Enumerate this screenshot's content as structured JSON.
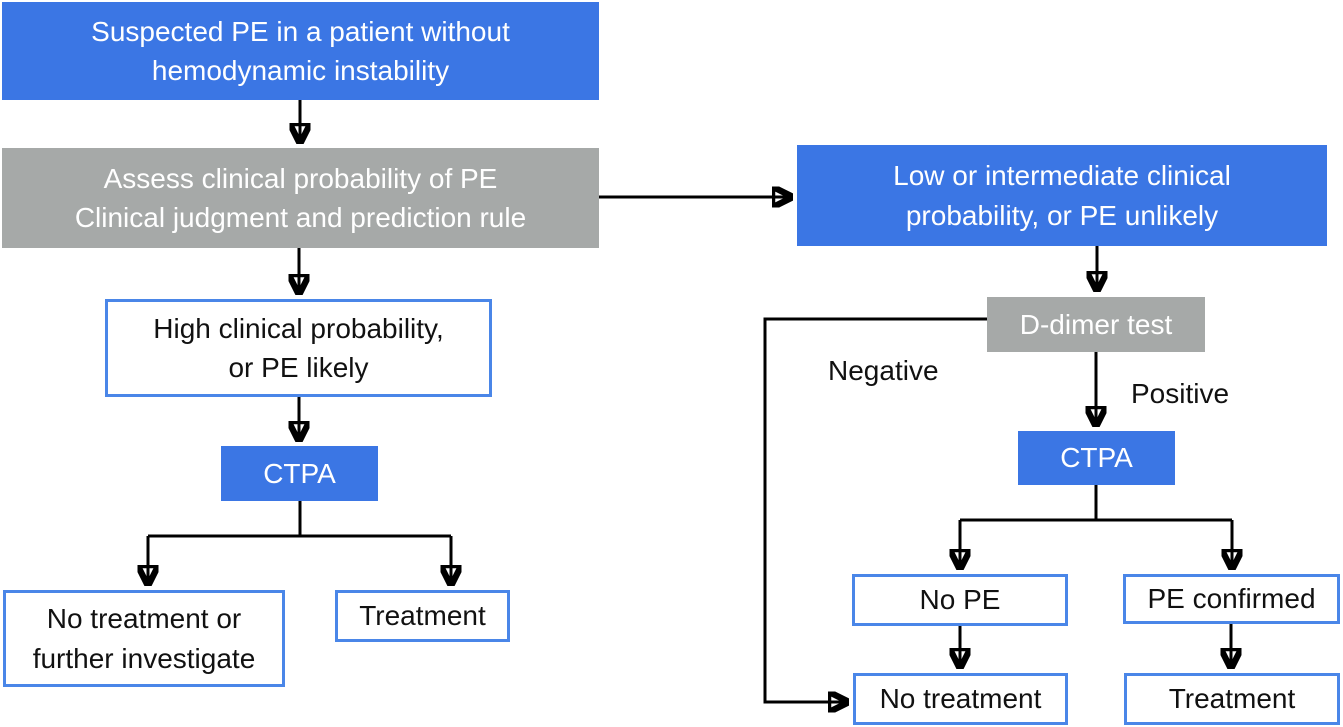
{
  "figure": {
    "description": "Diagnostic algorithm flowchart for suspected pulmonary embolism (PE) without hemodynamic instability"
  },
  "colors": {
    "primary_blue": "#3b76e4",
    "gray": "#a6a9a8",
    "outline_blue": "#4a86e8",
    "arrow_black": "#000000",
    "text_on_fill": "#ffffff",
    "text_on_white": "#111111"
  },
  "nodes": {
    "suspected": {
      "lines": [
        "Suspected PE in a patient without",
        "hemodynamic instability"
      ]
    },
    "assess": {
      "lines": [
        "Assess clinical probability of PE",
        "Clinical judgment and prediction rule"
      ]
    },
    "lowint": {
      "lines": [
        "Low or intermediate clinical",
        "probability, or PE unlikely"
      ]
    },
    "highprob": {
      "lines": [
        "High clinical probability,",
        "or PE likely"
      ]
    },
    "ctpa_left": {
      "lines": [
        "CTPA"
      ]
    },
    "ddimer": {
      "lines": [
        "D-dimer test"
      ]
    },
    "ctpa_right": {
      "lines": [
        "CTPA"
      ]
    },
    "no_treat_further": {
      "lines": [
        "No treatment or",
        "further investigate"
      ]
    },
    "treatment_left": {
      "lines": [
        "Treatment"
      ]
    },
    "no_pe": {
      "lines": [
        "No PE"
      ]
    },
    "pe_confirmed": {
      "lines": [
        "PE confirmed"
      ]
    },
    "no_treatment_right": {
      "lines": [
        "No treatment"
      ]
    },
    "treatment_right": {
      "lines": [
        "Treatment"
      ]
    }
  },
  "edge_labels": {
    "negative": "Negative",
    "positive": "Positive"
  }
}
